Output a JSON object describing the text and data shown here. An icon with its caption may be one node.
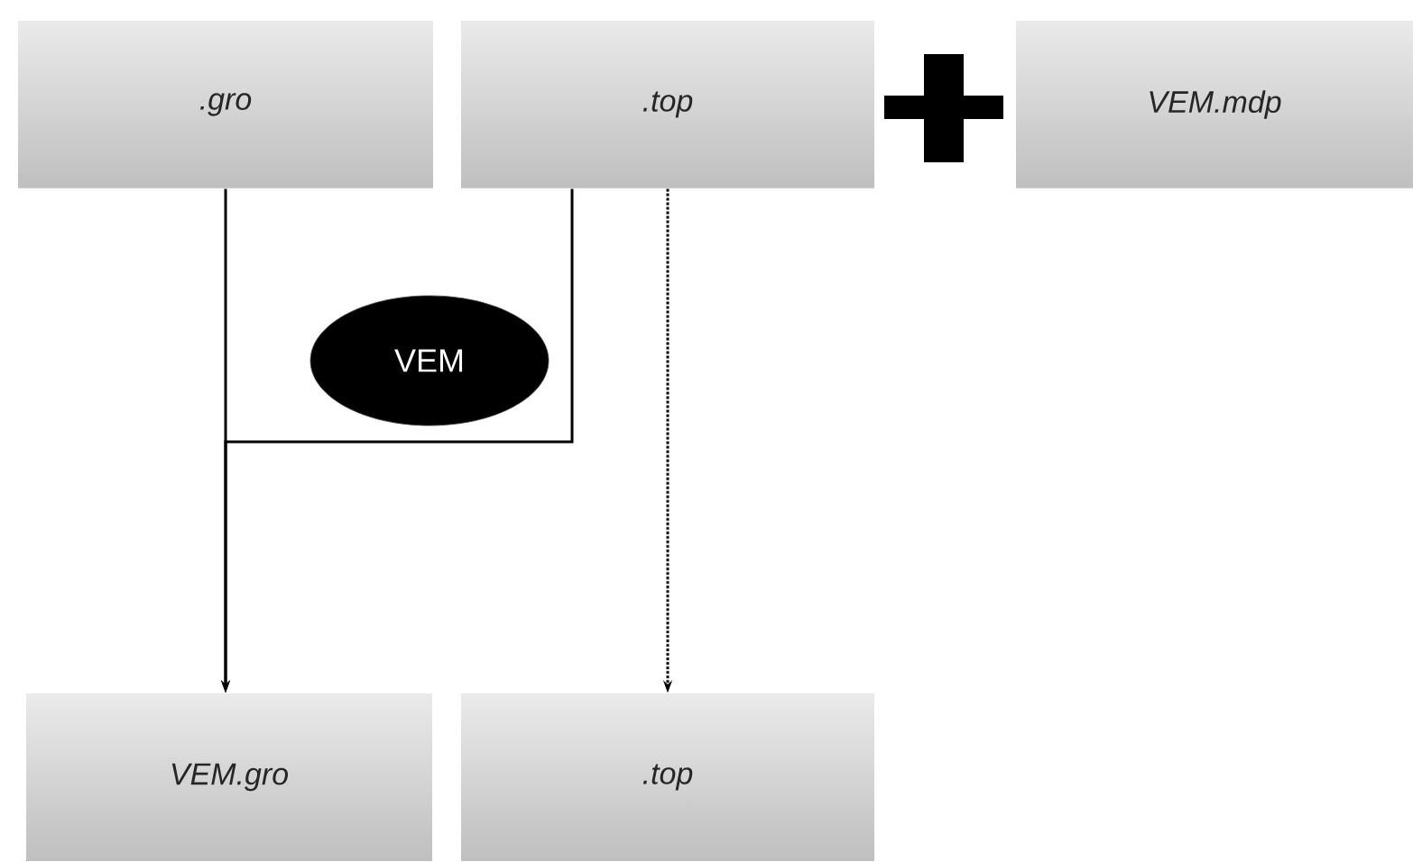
{
  "diagram": {
    "nodes": [
      {
        "text": [
          ".gro"
        ]
      },
      {
        "text": [
          ".top"
        ]
      },
      {
        "text": [
          "VEM.mdp"
        ]
      },
      {
        "text": [
          "VEM"
        ]
      },
      {
        "text": [
          "VEM.gro"
        ]
      },
      {
        "text": [
          ".top"
        ]
      }
    ],
    "edges": [
      {
        "from": 0,
        "to": 4,
        "arrow": "to"
      },
      {
        "from": 1,
        "to": 4,
        "arrow": "to"
      },
      {
        "from": 1,
        "to": 5,
        "arrow": "to",
        "style": "dashed"
      }
    ]
  }
}
